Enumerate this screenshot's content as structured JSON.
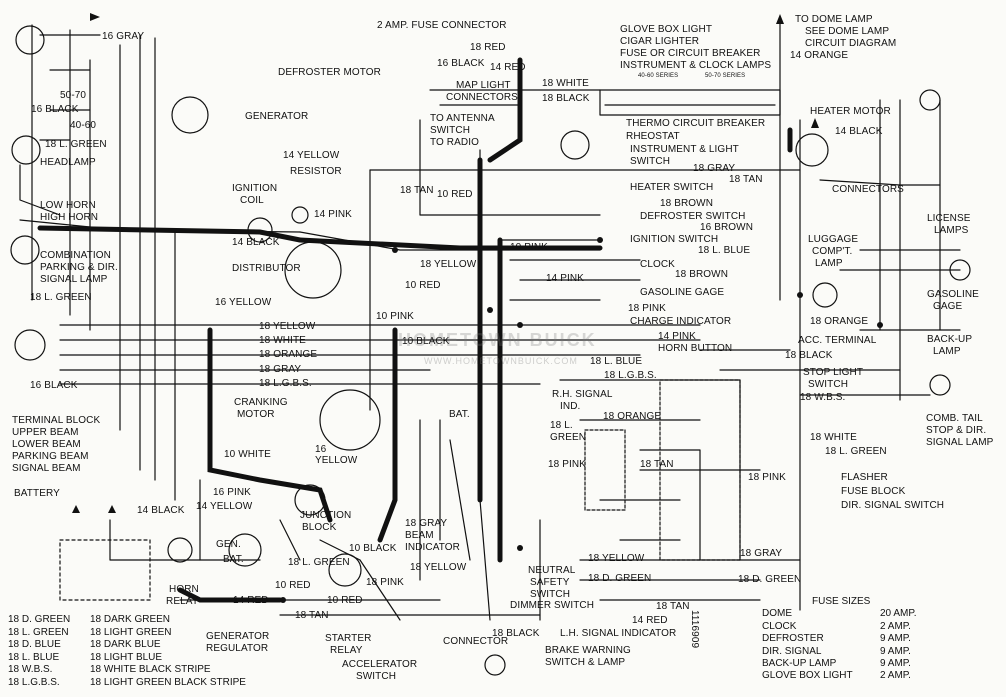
{
  "labels": {
    "gray16": "16 GRAY",
    "b5070": "50-70",
    "black16a": "16 BLACK",
    "b4060": "40-60",
    "lgreen18a": "18 L. GREEN",
    "headlamp": "HEADLAMP",
    "lowhorn": "LOW HORN",
    "highhorn": "HIGH HORN",
    "combo1": "COMBINATION",
    "combo2": "PARKING & DIR.",
    "combo3": "SIGNAL LAMP",
    "lgreen18b": "18 L. GREEN",
    "black16b": "16 BLACK",
    "tb1": "TERMINAL BLOCK",
    "tb2": "UPPER BEAM",
    "tb3": "LOWER BEAM",
    "tb4": "PARKING BEAM",
    "tb5": "SIGNAL BEAM",
    "battery": "BATTERY",
    "black14a": "14 BLACK",
    "fuseconn": "2 AMP. FUSE CONNECTOR",
    "red18a": "18 RED",
    "red14a": "14 RED",
    "white18a": "18 WHITE",
    "black18a": "18 BLACK",
    "defmotor": "DEFROSTER MOTOR",
    "black16c": "16 BLACK",
    "maplight1": "MAP LIGHT",
    "maplight2": "CONNECTORS",
    "antenna1": "TO ANTENNA",
    "antenna2": "SWITCH",
    "antenna3": "TO RADIO",
    "generator": "GENERATOR",
    "yellow14a": "14 YELLOW",
    "resistor": "RESISTOR",
    "igncoil1": "IGNITION",
    "igncoil2": "COIL",
    "pink14a": "14 PINK",
    "black14b": "14 BLACK",
    "distributor": "DISTRIBUTOR",
    "yellow16a": "16 YELLOW",
    "tan18a": "18 TAN",
    "red10a": "10 RED",
    "glovebox": "GLOVE BOX LIGHT",
    "cigar": "CIGAR LIGHTER",
    "fusebreaker": "FUSE OR CIRCUIT BREAKER",
    "instclock": "INSTRUMENT & CLOCK LAMPS",
    "series4060": "40-60 SERIES",
    "series5070": "50-70 SERIES",
    "thermo": "THERMO CIRCUIT BREAKER",
    "rheostat": "RHEOSTAT",
    "instsw1": "INSTRUMENT & LIGHT",
    "instsw2": "SWITCH",
    "dome1": "TO DOME LAMP",
    "dome2": "SEE DOME LAMP",
    "dome3": "CIRCUIT DIAGRAM",
    "orange14a": "14 ORANGE",
    "heatermotor": "HEATER MOTOR",
    "black14c": "14 BLACK",
    "gray18a": "18 GRAY",
    "tan18b": "18 TAN",
    "heatersw": "HEATER SWITCH",
    "brown18a": "18 BROWN",
    "defsw": "DEFROSTER SWITCH",
    "brown16a": "16 BROWN",
    "pink10a": "10 PINK",
    "ignsw": "IGNITION SWITCH",
    "blue18a": "18 L. BLUE",
    "yellow18a": "18 YELLOW",
    "clock": "CLOCK",
    "pink14b": "14 PINK",
    "brown18b": "18 BROWN",
    "red10b": "10 RED",
    "gasgage": "GASOLINE GAGE",
    "pink18a": "18 PINK",
    "pink10b": "10 PINK",
    "charge": "CHARGE INDICATOR",
    "pink14c": "14 PINK",
    "hornbtn": "HORN BUTTON",
    "black10a": "10 BLACK",
    "connectors": "CONNECTORS",
    "license1": "LICENSE",
    "license2": "LAMPS",
    "luggage1": "LUGGAGE",
    "luggage2": "COMP'T.",
    "luggage3": "LAMP",
    "gaso1": "GASOLINE",
    "gaso2": "GAGE",
    "orange18a": "18 ORANGE",
    "backup1": "BACK-UP",
    "backup2": "LAMP",
    "yellow18b": "18 YELLOW",
    "white18b": "18 WHITE",
    "orange18b": "18 ORANGE",
    "gray18b": "18 GRAY",
    "lgbs18a": "18 L.G.B.S.",
    "cranking1": "CRANKING",
    "cranking2": "MOTOR",
    "white10a": "10 WHITE",
    "yellow16b": "16",
    "yellow16c": "YELLOW",
    "bat1": "BAT.",
    "pink16a": "16 PINK",
    "yellow14b": "14 YELLOW",
    "junction1": "JUNCTION",
    "junction2": "BLOCK",
    "gen": "GEN.",
    "bat2": "BAT.",
    "lgreen18c": "18 L. GREEN",
    "black10b": "10 BLACK",
    "red10c": "10 RED",
    "red14b": "14 RED",
    "red10d": "10 RED",
    "tan18c": "18 TAN",
    "hornrelay1": "HORN",
    "hornrelay2": "RELAY",
    "genreg1": "GENERATOR",
    "genreg2": "REGULATOR",
    "starter1": "STARTER",
    "starter2": "RELAY",
    "accel1": "ACCELERATOR",
    "accel2": "SWITCH",
    "gray18c": "18 GRAY",
    "beam1": "BEAM",
    "beam2": "INDICATOR",
    "yellow18c": "18 YELLOW",
    "pink18b": "18 PINK",
    "connector": "CONNECTOR",
    "neutral1": "NEUTRAL",
    "neutral2": "SAFETY",
    "neutral3": "SWITCH",
    "dimmer": "DIMMER SWITCH",
    "tan18d": "18 TAN",
    "red14c": "14 RED",
    "black18b": "18 BLACK",
    "lhsignal": "L.H. SIGNAL INDICATOR",
    "brake1": "BRAKE WARNING",
    "brake2": "SWITCH & LAMP",
    "lblue18b": "18 L. BLUE",
    "lgbs18b": "18 L.G.B.S.",
    "rhsig1": "R.H. SIGNAL",
    "rhsig2": "IND.",
    "orange18c": "18 ORANGE",
    "lgreen18d": "18 L.",
    "lgreen18e": "GREEN",
    "pink18c": "18 PINK",
    "tan18e": "18 TAN",
    "yellow18d": "18 YELLOW",
    "dgreen18a": "18 D. GREEN",
    "accterm": "ACC. TERMINAL",
    "black18c": "18 BLACK",
    "stoplight1": "STOP LIGHT",
    "stoplight2": "SWITCH",
    "wbs18a": "18 W.B.S.",
    "white18c": "18 WHITE",
    "lgreen18f": "18 L. GREEN",
    "combtail1": "COMB. TAIL",
    "combtail2": "STOP & DIR.",
    "combtail3": "SIGNAL LAMP",
    "flasher": "FLASHER",
    "fuseblock": "FUSE BLOCK",
    "dirsw": "DIR. SIGNAL SWITCH",
    "pink18d": "18 PINK",
    "gray18d": "18 GRAY",
    "dgreen18b": "18 D. GREEN",
    "partno": "1116909",
    "watermark": "HOMETOWN BUICK",
    "watermark2": "WWW.HOMETOWNBUICK.COM"
  },
  "legend": [
    {
      "code": "18 D. GREEN",
      "meaning": "18 DARK GREEN"
    },
    {
      "code": "18 L. GREEN",
      "meaning": "18 LIGHT GREEN"
    },
    {
      "code": "18 D. BLUE",
      "meaning": "18 DARK BLUE"
    },
    {
      "code": "18 L. BLUE",
      "meaning": "18 LIGHT BLUE"
    },
    {
      "code": "18 W.B.S.",
      "meaning": "18 WHITE BLACK STRIPE"
    },
    {
      "code": "18 L.G.B.S.",
      "meaning": "18 LIGHT GREEN BLACK STRIPE"
    }
  ],
  "fuse_sizes": {
    "title": "FUSE SIZES",
    "rows": [
      {
        "name": "DOME",
        "amp": "20 AMP."
      },
      {
        "name": "CLOCK",
        "amp": "2 AMP."
      },
      {
        "name": "DEFROSTER",
        "amp": "9 AMP."
      },
      {
        "name": "DIR. SIGNAL",
        "amp": "9 AMP."
      },
      {
        "name": "BACK-UP LAMP",
        "amp": "9 AMP."
      },
      {
        "name": "GLOVE BOX LIGHT",
        "amp": "2 AMP."
      }
    ]
  },
  "colors": {
    "ink": "#111111",
    "paper": "#fbfbf8"
  }
}
